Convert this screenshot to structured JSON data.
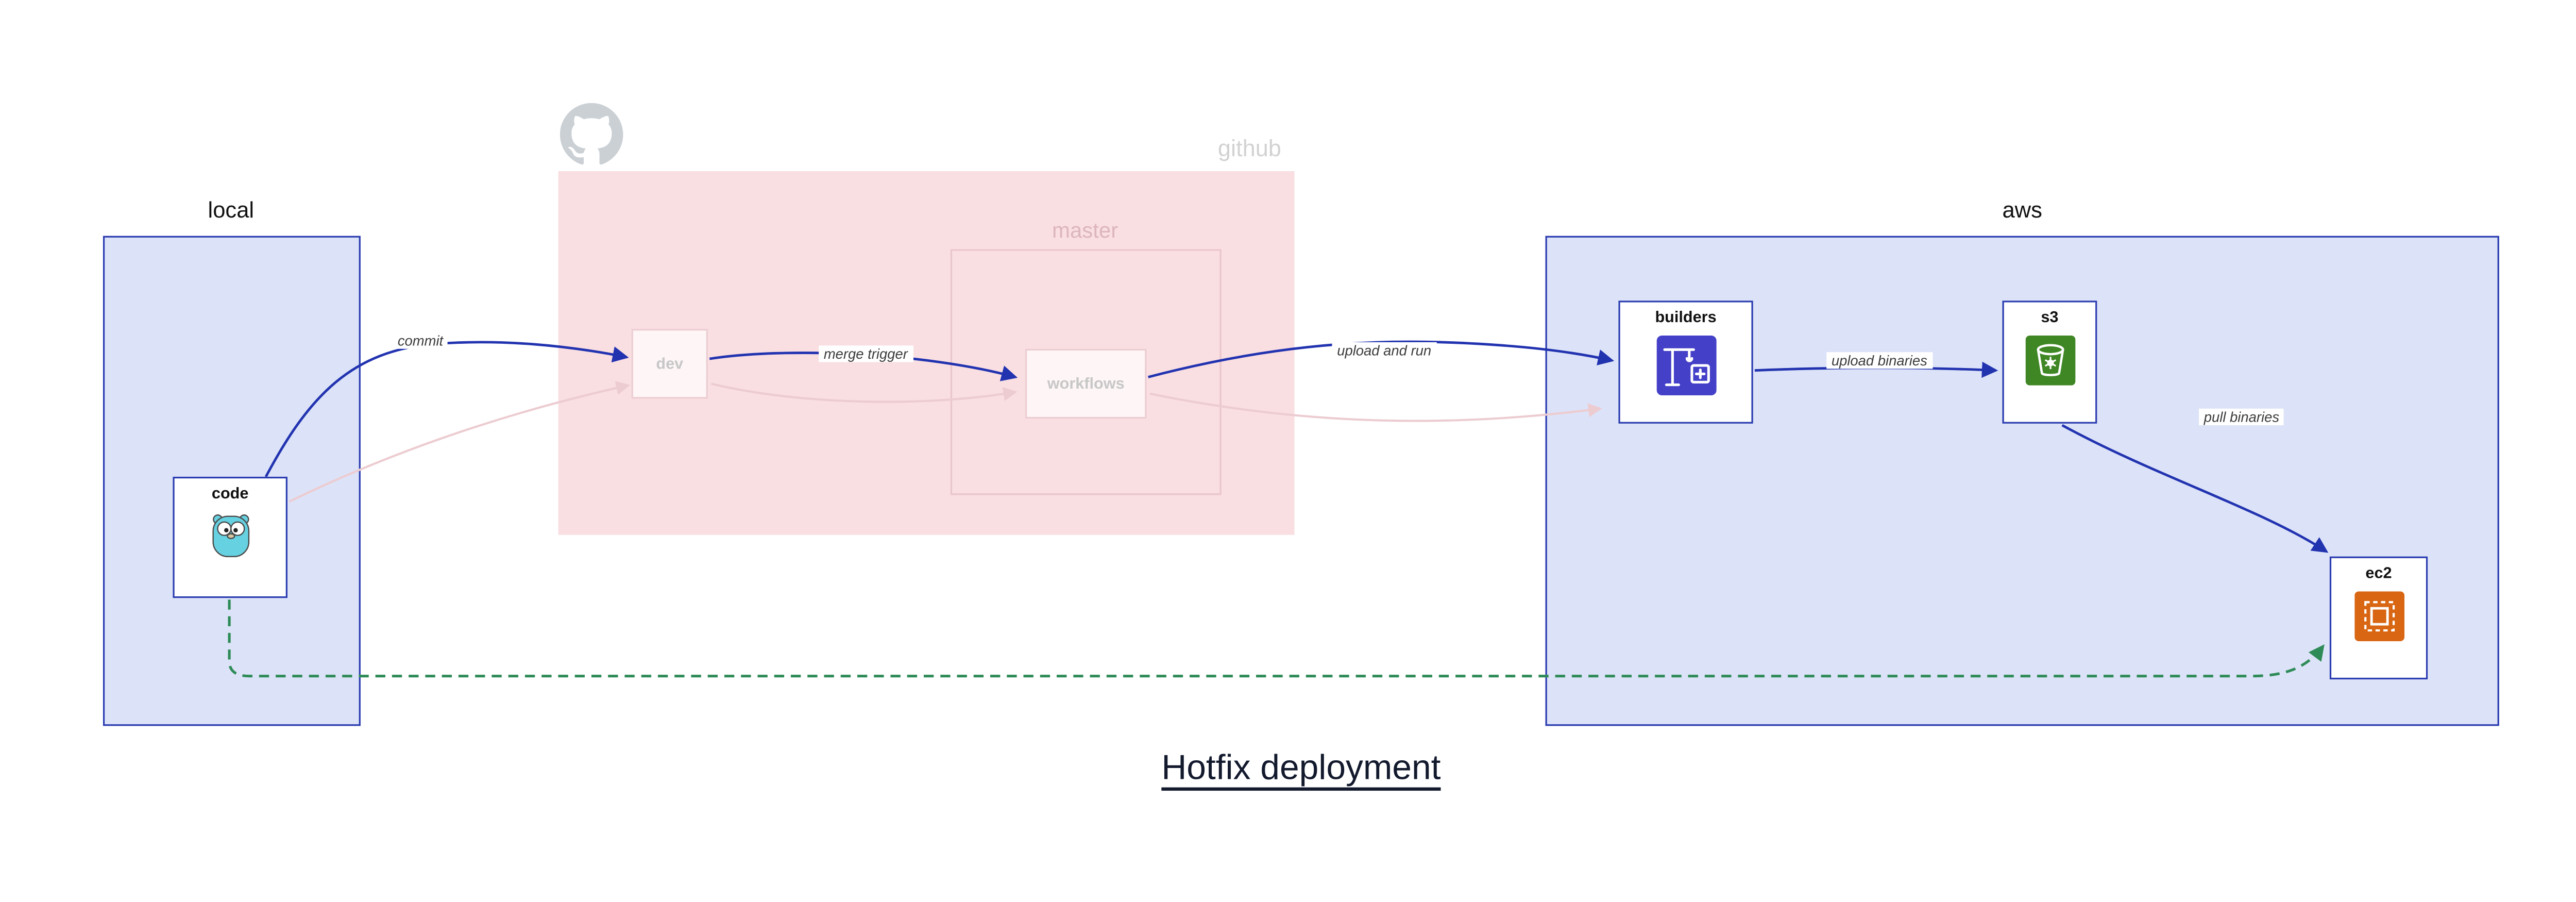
{
  "title": "Hotfix deployment",
  "groups": {
    "local": {
      "label": "local"
    },
    "github": {
      "label": "github"
    },
    "master": {
      "label": "master"
    },
    "aws": {
      "label": "aws"
    }
  },
  "nodes": {
    "code": {
      "label": "code",
      "icon": "go-gopher-icon"
    },
    "dev": {
      "label": "dev"
    },
    "workflows": {
      "label": "workflows"
    },
    "builders": {
      "label": "builders",
      "icon": "crane-icon"
    },
    "s3": {
      "label": "s3",
      "icon": "s3-bucket-icon"
    },
    "ec2": {
      "label": "ec2",
      "icon": "ec2-chip-icon"
    }
  },
  "edges": {
    "commit": {
      "label": "commit",
      "style": "solid-blue"
    },
    "merge_trigger": {
      "label": "merge trigger",
      "style": "solid-blue"
    },
    "upload_and_run": {
      "label": "upload and run",
      "style": "solid-blue"
    },
    "upload_binaries": {
      "label": "upload binaries",
      "style": "solid-blue"
    },
    "pull_binaries": {
      "label": "pull binaries",
      "style": "solid-blue"
    },
    "hotfix_path": {
      "style": "dashed-green"
    }
  },
  "colors": {
    "group_fill": "#dce3f8",
    "group_border": "#2a3cb0",
    "edge_blue": "#2233b0",
    "github_fill": "#f9dee2",
    "faded_pink": "#ecccd1",
    "hotfix_green": "#2e8b57",
    "builders_icon_bg": "#4540c8",
    "s3_icon_bg": "#3f8624",
    "ec2_icon_bg": "#d86613",
    "gopher_teal": "#66d1e1"
  }
}
